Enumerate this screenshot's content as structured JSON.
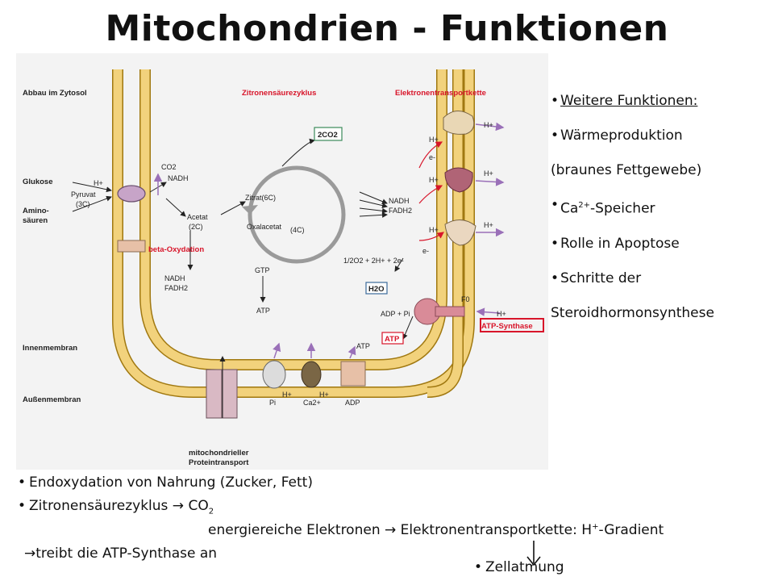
{
  "title": "Mitochondrien - Funktionen",
  "figure": {
    "labels": {
      "abbau": "Abbau im Zytosol",
      "zitronenzyklus": "Zitronensäurezyklus",
      "etk": "Elektronentransportkette",
      "glukose": "Glukose",
      "aminosaeuren": "Amino-\nsäuren",
      "aminosaeuren_l1": "Amino-",
      "aminosaeuren_l2": "säuren",
      "pyruvat": "Pyruvat",
      "pyruvat_c": "(3C)",
      "co2": "CO2",
      "co2_box": "2CO2",
      "nadh": "NADH",
      "acetat": "Acetat",
      "acetat_c": "(2C)",
      "zitrat": "Zitrat(6C)",
      "oxalacetat": "Oxalacetat",
      "c4": "(4C)",
      "beta": "beta-Oxydation",
      "nadh2": "NADH",
      "fadh2": "FADH2",
      "nadh3": "NADH",
      "fadh2_b": "FADH2",
      "gtp": "GTP",
      "atp1": "ATP",
      "o2": "1/2O2 + 2H+ + 2e-",
      "h2o": "H2O",
      "adp_pi": "ADP + Pi",
      "atp_box": "ATP",
      "atp_synthase": "ATP-Synthase",
      "f0": "F0",
      "innenmembran": "Innenmembran",
      "aussenmembran": "Außenmembran",
      "proteintransport_l1": "mitochondrieller",
      "proteintransport_l2": "Proteintransport",
      "hplus": "H+",
      "eminus": "e-",
      "pi": "Pi",
      "ca": "Ca2+",
      "atp2": "ATP",
      "adp": "ADP"
    }
  },
  "side": {
    "header": "Weitere Funktionen:",
    "items": [
      "Wärmeproduktion",
      "(braunes Fettgewebe)",
      "Ca2+-Speicher",
      "Rolle in Apoptose",
      "Schritte der",
      "Steroidhormonsynthese"
    ],
    "ca_base": "Ca",
    "ca_sup": "2+",
    "ca_rest": "-Speicher"
  },
  "bottom": {
    "line1": "Endoxydation von Nahrung (Zucker, Fett)",
    "line2_a": "Zitronensäurezyklus → CO",
    "line2_sub": "2",
    "line3_a": "energiereiche Elektronen → Elektronentransportkette: H",
    "line3_sup": "+",
    "line3_b": "-Gradient",
    "line4": "→treibt die ATP-Synthase an",
    "line5": "Zellatmung"
  },
  "colors": {
    "membrane_fill": "#f2d27c",
    "membrane_stroke": "#a07810",
    "protein_violet": "#c7a4c8",
    "red_label": "#d8152a",
    "arrow_purple": "#9a70b8",
    "atp_synthase": "#d98b98"
  }
}
